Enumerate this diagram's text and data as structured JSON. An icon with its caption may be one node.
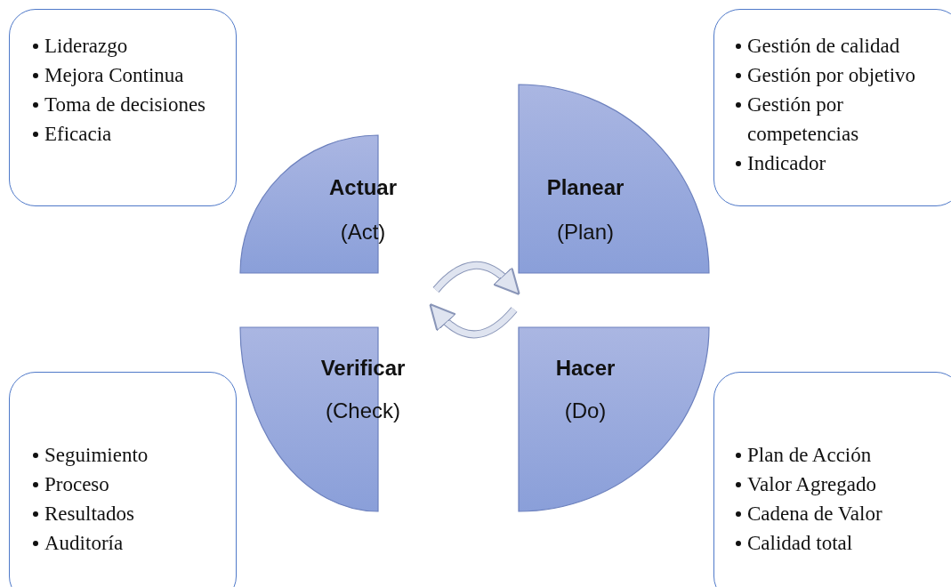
{
  "diagram": {
    "nodes": [
      {
        "text": [
          "Liderazgo",
          "Mejora Continua",
          "Toma de decisiones",
          "Eficacia"
        ]
      },
      {
        "text": [
          "Gestión de calidad",
          "Gestión por objetivo",
          "Gestión por competencias",
          "Indicador"
        ]
      },
      {
        "text": [
          "Actuar",
          "(Act)"
        ]
      },
      {
        "text": [
          "Planear",
          "(Plan)"
        ]
      },
      {
        "text": [
          "Verificar",
          "(Check)"
        ]
      },
      {
        "text": [
          "Hacer",
          "(Do)"
        ]
      },
      {
        "text": [
          "Seguimiento",
          "Proceso",
          "Resultados",
          "Auditoría"
        ]
      },
      {
        "text": [
          "Plan de Acción",
          "Valor Agregado",
          "Cadena de Valor",
          "Calidad total"
        ]
      }
    ]
  }
}
